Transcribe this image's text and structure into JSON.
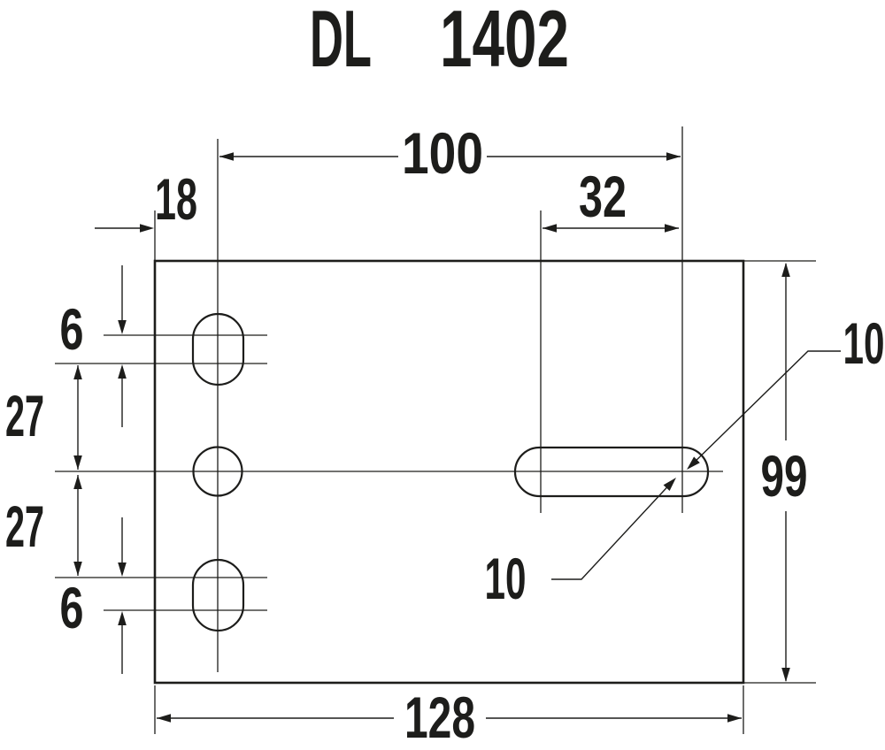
{
  "title": {
    "prefix": "DL",
    "code": "1402"
  },
  "dimensions": {
    "horizontal": {
      "centerline_to_slot_end": "100",
      "edge_to_hole_centerline": "18",
      "right_slot_arc_span": "32",
      "plate_width": "128"
    },
    "vertical": {
      "top_slot_arc_span": "6",
      "upper_hole_pitch": "27",
      "lower_hole_pitch": "27",
      "bottom_slot_arc_span": "6",
      "plate_height": "99"
    },
    "callouts": {
      "slot_width_upper": "10",
      "slot_width_lower": "10"
    }
  },
  "colors": {
    "ink": "#1d1d1b",
    "paper": "#ffffff"
  }
}
